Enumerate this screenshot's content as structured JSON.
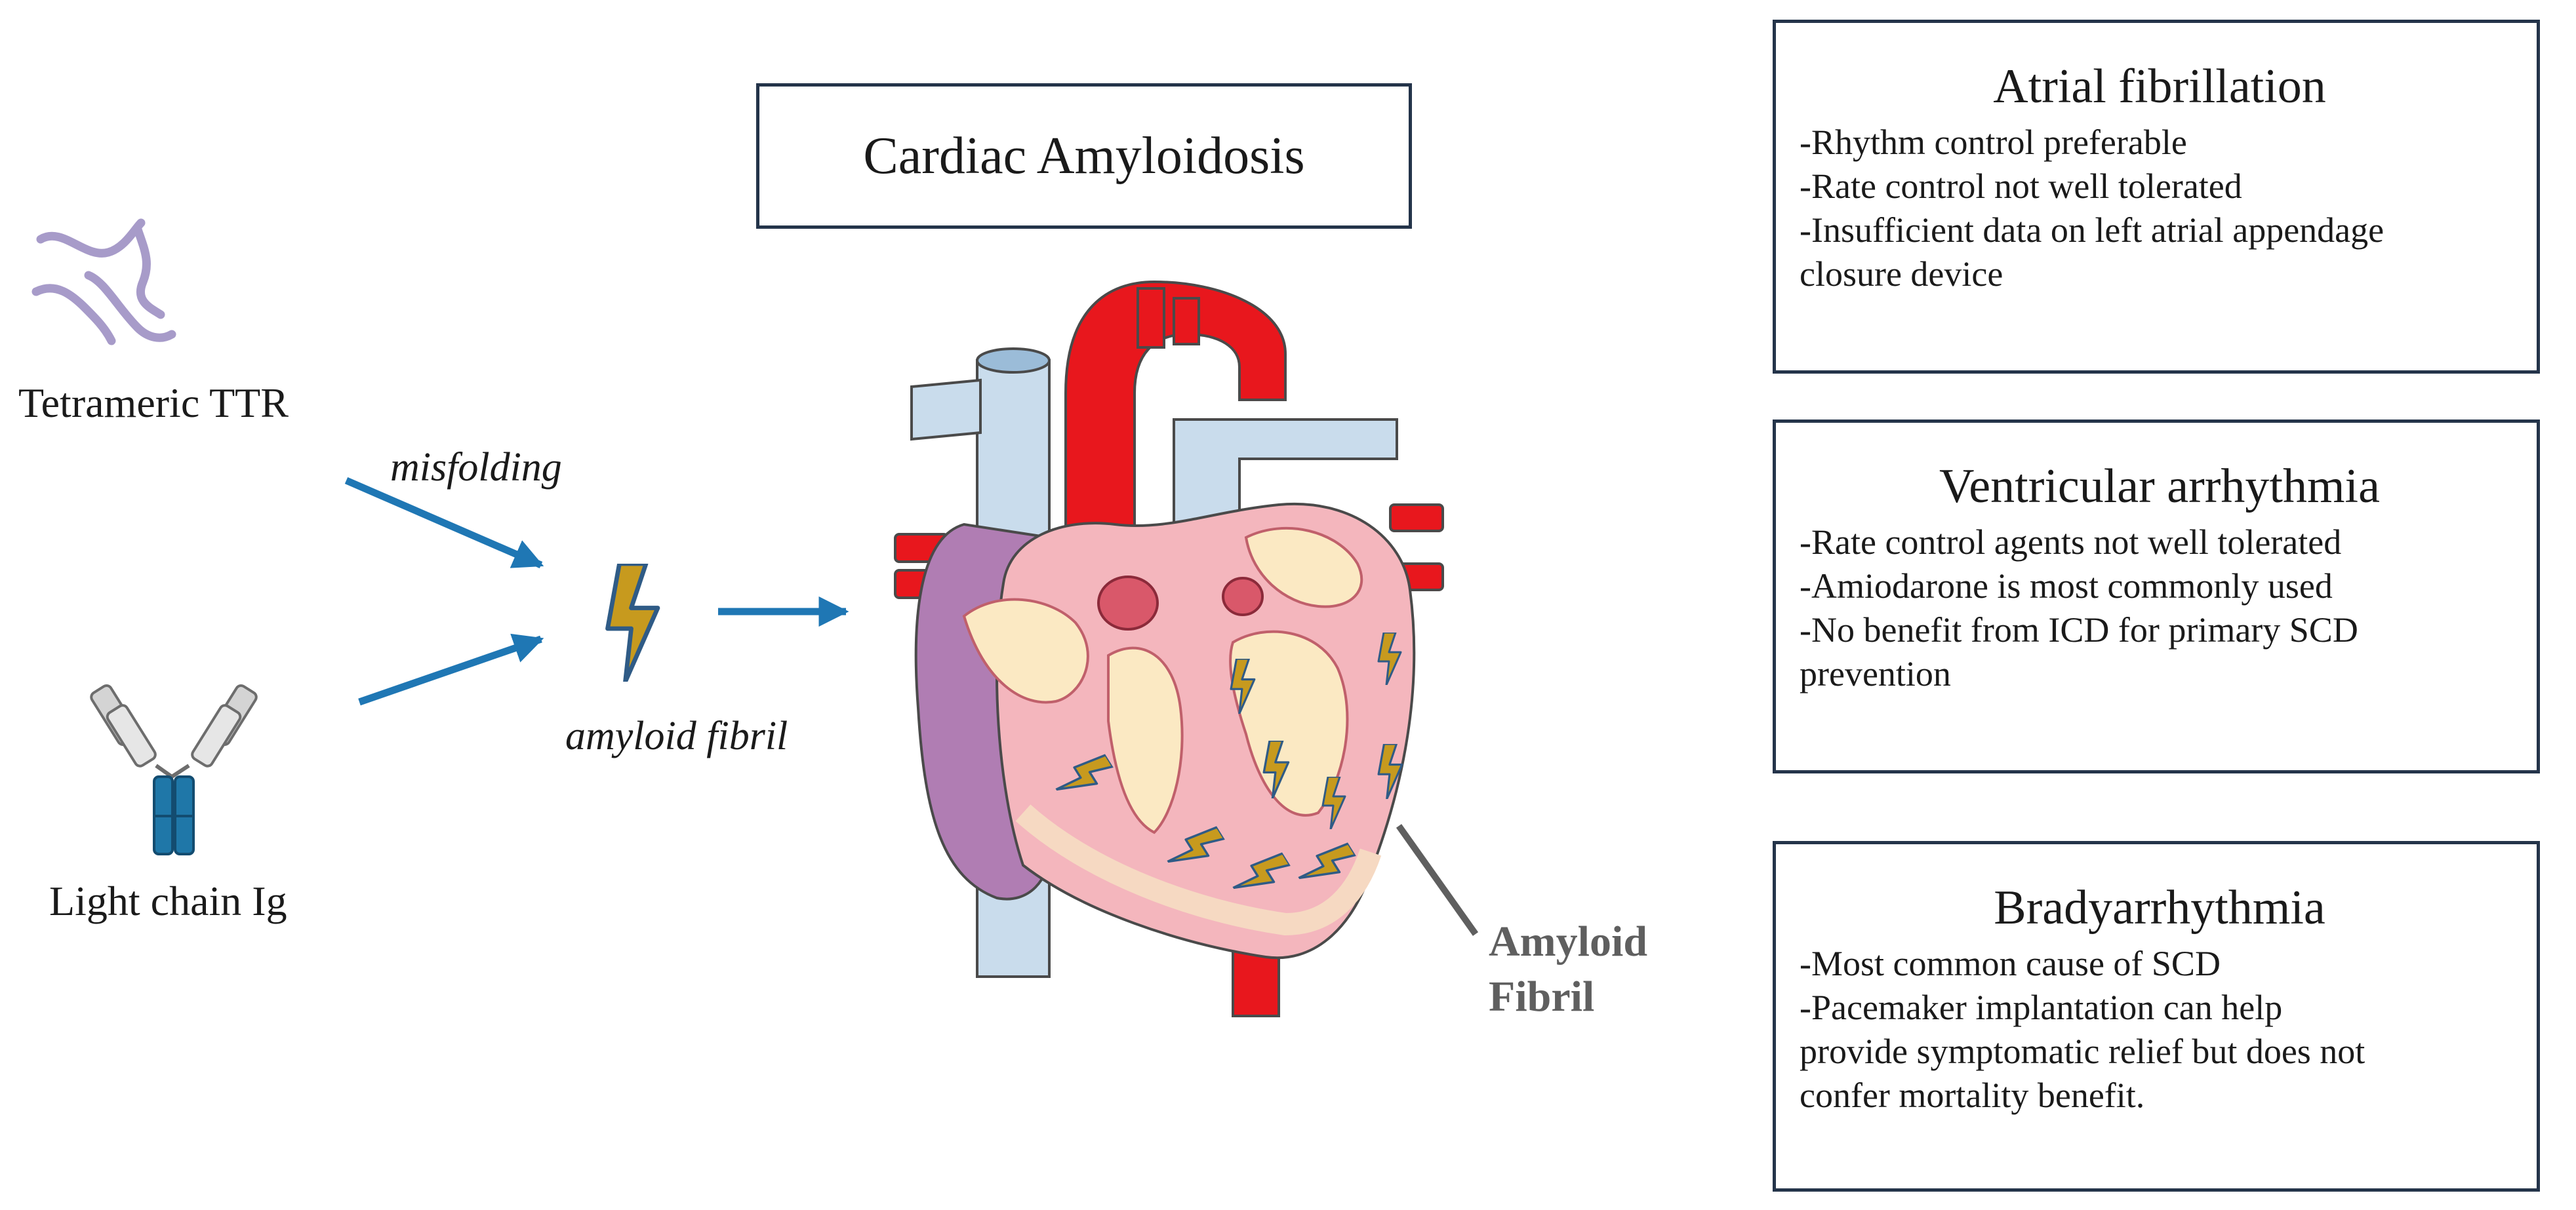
{
  "title": "Cardiac Amyloidosis",
  "sources": {
    "ttr": "Tetrameric TTR",
    "light_chain": "Light chain Ig"
  },
  "process": {
    "misfolding": "misfolding",
    "fibril": "amyloid fibril"
  },
  "heart_label": {
    "line1": "Amyloid",
    "line2": "Fibril"
  },
  "colors": {
    "arrow": "#1f77b4",
    "box_border": "#24344a",
    "fibril_fill": "#c79a1e",
    "fibril_stroke": "#2f5b86",
    "aorta": "#e8171d",
    "vena_cava": "#c9dcec",
    "myocardium": "#f4b6bd",
    "atrium": "#b07db3",
    "chamber": "#fbe9c3"
  },
  "boxes": [
    {
      "heading": "Atrial fibrillation",
      "items": [
        "Rhythm control preferable",
        "Rate control not well tolerated",
        "Insufficient data on left atrial appendage",
        "closure device"
      ]
    },
    {
      "heading": "Ventricular arrhythmia",
      "items": [
        "Rate control agents not well tolerated",
        "Amiodarone is most commonly used",
        "No benefit from ICD for primary SCD",
        "prevention"
      ]
    },
    {
      "heading": "Bradyarrhythmia",
      "items": [
        "Most common cause of SCD",
        "Pacemaker implantation can help",
        "provide symptomatic relief but does not",
        "confer mortality benefit."
      ]
    }
  ]
}
